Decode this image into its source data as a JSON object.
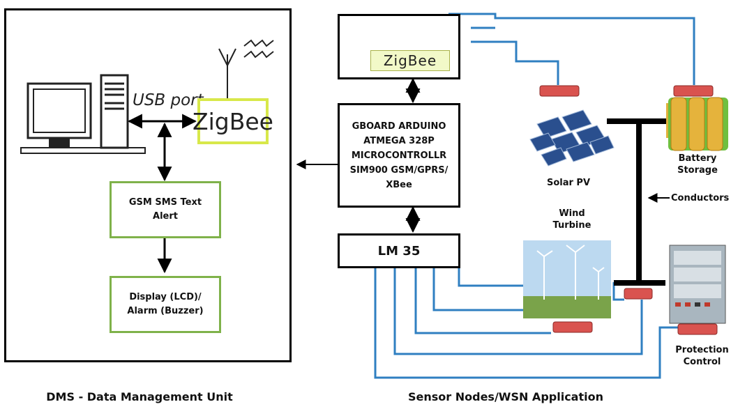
{
  "dms": {
    "usb_port": "USB port",
    "zigbee": "ZigBee",
    "gsm_box": [
      "GSM SMS Text",
      "Alert"
    ],
    "display_box": [
      "Display (LCD)/",
      "Alarm (Buzzer)"
    ],
    "caption": "DMS - Data Management Unit"
  },
  "sensor": {
    "zigbee": "ZigBee",
    "controller_lines": [
      "GBOARD ARDUINO",
      "ATMEGA 328P",
      "MICROCONTROLLR",
      "SIM900 GSM/GPRS/",
      "XBee"
    ],
    "lm35": "LM 35",
    "solar_label": "Solar PV",
    "wind_label": [
      "Wind",
      "Turbine"
    ],
    "battery_label": [
      "Battery",
      "Storage"
    ],
    "conductors_label": "Conductors",
    "protection_label": [
      "Protection",
      "Control"
    ],
    "caption": "Sensor Nodes/WSN Application"
  },
  "colors": {
    "wire": "#2f7fc1",
    "sensor_tag": "#d9534f",
    "green_border": "#7fb24a",
    "zigbee_border": "#d8e84a"
  }
}
